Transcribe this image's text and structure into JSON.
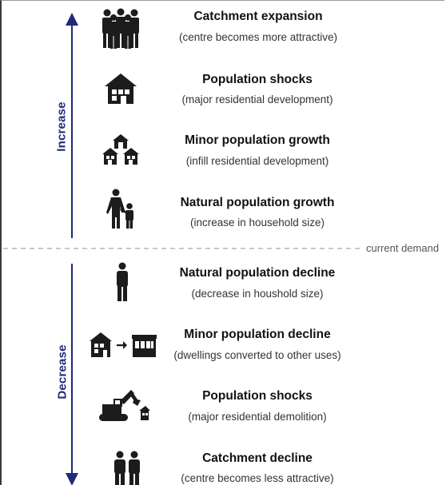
{
  "labels": {
    "increase": "Increase",
    "decrease": "Decrease",
    "current_demand": "current demand"
  },
  "items": [
    {
      "title": "Catchment expansion",
      "subtitle": "(centre becomes more attractive)",
      "icon": "crowd-icon"
    },
    {
      "title": "Population shocks",
      "subtitle": "(major residential development)",
      "icon": "house-icon"
    },
    {
      "title": "Minor population growth",
      "subtitle": "(infill residential development)",
      "icon": "houses-cluster-icon"
    },
    {
      "title": "Natural population growth",
      "subtitle": "(increase in household size)",
      "icon": "adult-child-icon"
    },
    {
      "title": "Natural population decline",
      "subtitle": "(decrease in houshold size)",
      "icon": "single-person-icon"
    },
    {
      "title": "Minor population decline",
      "subtitle": "(dwellings converted to other uses)",
      "icon": "house-to-shop-icon"
    },
    {
      "title": "Population shocks",
      "subtitle": "(major residential demolition)",
      "icon": "excavator-demolition-icon"
    },
    {
      "title": "Catchment decline",
      "subtitle": "(centre becomes less attractive)",
      "icon": "two-people-icon"
    }
  ],
  "colors": {
    "axis": "#1f2a78",
    "dashed_line": "#a8a8a8",
    "icon": "#1c1c1c"
  }
}
